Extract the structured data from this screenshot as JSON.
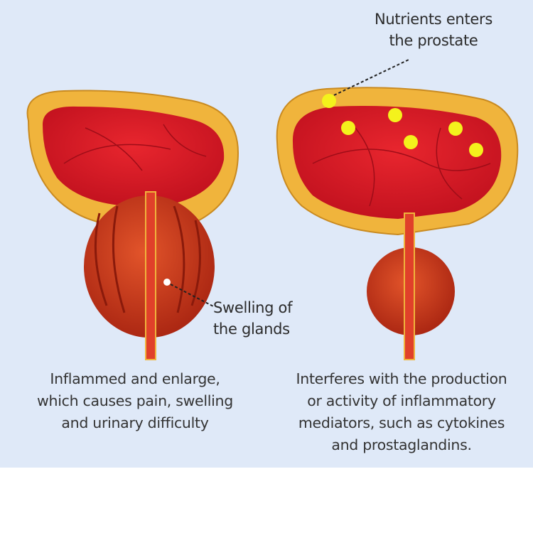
{
  "annotations": {
    "nutrients": [
      "Nutrients enters",
      "the prostate"
    ],
    "swelling": [
      "Swelling of",
      "the glands"
    ]
  },
  "captions": {
    "left": [
      "Inflammed and enlarge,",
      "which causes pain, swelling",
      "and urinary difficulty"
    ],
    "right": [
      "Interferes with the production",
      "or activity of inflammatory",
      "mediators, such as cytokines",
      "and prostaglandins."
    ]
  },
  "colors": {
    "background": "#dfe9f8",
    "bladder_wall": "#f0b43c",
    "bladder_inner": "#d81d2c",
    "prostate": "#c9361c",
    "nutrient": "#f4f21c"
  }
}
